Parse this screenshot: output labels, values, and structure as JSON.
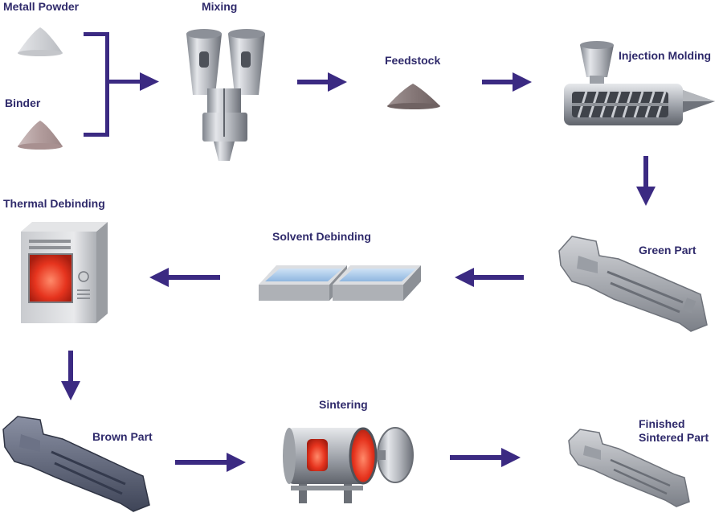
{
  "labels": {
    "metal_powder": "Metall Powder",
    "binder": "Binder",
    "mixing": "Mixing",
    "feedstock": "Feedstock",
    "injection_molding": "Injection Molding",
    "green_part": "Green Part",
    "solvent_debinding": "Solvent Debinding",
    "thermal_debinding": "Thermal Debinding",
    "brown_part": "Brown Part",
    "sintering": "Sintering",
    "finished_line1": "Finished",
    "finished_line2": "Sintered Part"
  },
  "colors": {
    "arrow": "#3b2a82",
    "label": "#2f2a6b",
    "metal_light": "#d4d6da",
    "metal_dark": "#6f737b",
    "binder": "#b5a1a1",
    "feedstock": "#837575",
    "heat": "#e6341e",
    "water": "#a9c8e8",
    "brown_part": "#565d71"
  }
}
